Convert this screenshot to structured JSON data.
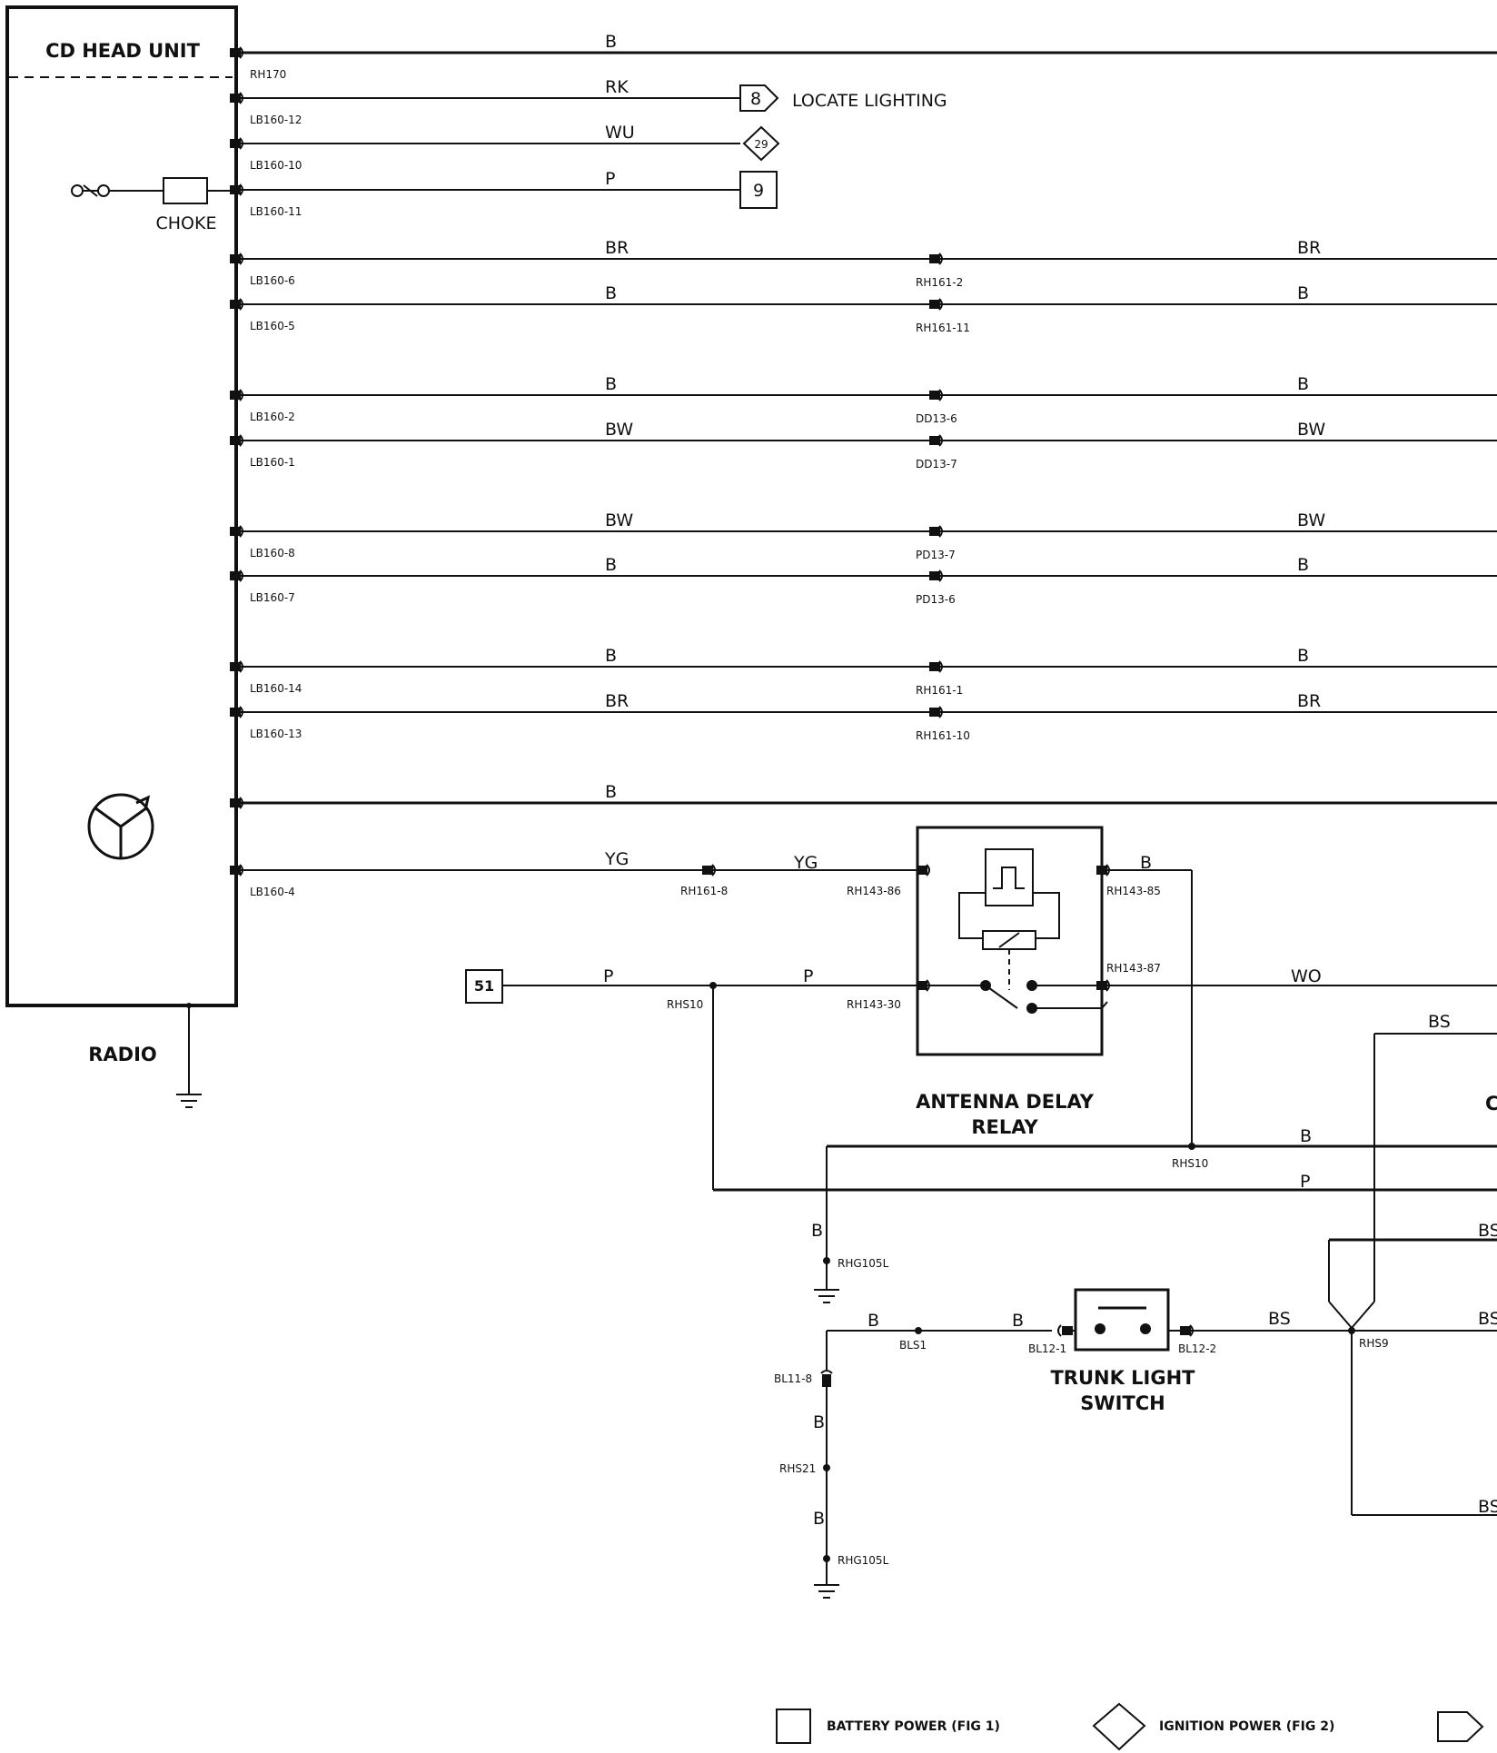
{
  "head_unit": {
    "title": "CD HEAD UNIT",
    "choke_label": "CHOKE",
    "radio_label": "RADIO"
  },
  "rows": [
    {
      "color_left": "B",
      "pin": "RH170",
      "color_right": "",
      "inline_conn": "",
      "target": "",
      "target_type": "none"
    },
    {
      "color_left": "RK",
      "pin": "LB160-12",
      "color_right": "",
      "inline_conn": "",
      "target": "8",
      "target_type": "arrow"
    },
    {
      "color_left": "WU",
      "pin": "LB160-10",
      "color_right": "",
      "inline_conn": "",
      "target": "29",
      "target_type": "diamond"
    },
    {
      "color_left": "P",
      "pin": "LB160-11",
      "color_right": "",
      "inline_conn": "",
      "target": "9",
      "target_type": "square"
    },
    {
      "color_left": "BR",
      "pin": "LB160-6",
      "color_right": "BR",
      "inline_conn": "RH161-2",
      "target": "",
      "target_type": "none"
    },
    {
      "color_left": "B",
      "pin": "LB160-5",
      "color_right": "B",
      "inline_conn": "RH161-11",
      "target": "",
      "target_type": "none"
    },
    {
      "color_left": "B",
      "pin": "LB160-2",
      "color_right": "B",
      "inline_conn": "DD13-6",
      "target": "",
      "target_type": "none"
    },
    {
      "color_left": "BW",
      "pin": "LB160-1",
      "color_right": "BW",
      "inline_conn": "DD13-7",
      "target": "",
      "target_type": "none"
    },
    {
      "color_left": "BW",
      "pin": "LB160-8",
      "color_right": "BW",
      "inline_conn": "PD13-7",
      "target": "",
      "target_type": "none"
    },
    {
      "color_left": "B",
      "pin": "LB160-7",
      "color_right": "B",
      "inline_conn": "PD13-6",
      "target": "",
      "target_type": "none"
    },
    {
      "color_left": "B",
      "pin": "LB160-14",
      "color_right": "B",
      "inline_conn": "RH161-1",
      "target": "",
      "target_type": "none"
    },
    {
      "color_left": "BR",
      "pin": "LB160-13",
      "color_right": "BR",
      "inline_conn": "RH161-10",
      "target": "",
      "target_type": "none"
    },
    {
      "color_left": "B",
      "pin": "",
      "color_right": "",
      "inline_conn": "",
      "target": "",
      "target_type": "none"
    },
    {
      "color_left": "YG",
      "pin": "LB160-4",
      "color_right": "",
      "inline_conn": "",
      "target": "",
      "target_type": "none"
    }
  ],
  "locate_lighting": "LOCATE LIGHTING",
  "relay": {
    "title_line1": "ANTENNA DELAY",
    "title_line2": "RELAY",
    "yg_inline_conn": "RH161-8",
    "yg_label": "YG",
    "pin_85": "RH143-85",
    "pin_86": "RH143-86",
    "pin_87": "RH143-87",
    "pin_30": "RH143-30",
    "out_b_label": "B",
    "out_wo_label": "WO",
    "feed_box": "51",
    "feed_p_left": "P",
    "feed_p_right": "P",
    "splice_feed": "RHS10"
  },
  "lower_wires": {
    "bs_top_label": "BS",
    "b_bus_label": "B",
    "p_bus_label": "P",
    "splice_b_bus": "RHS10",
    "ground_wire_label": "B",
    "ground_top": "RHG105L",
    "partial_bs_a": "BS",
    "partial_bs_b": "BS",
    "partial_bs_c": "BS",
    "partial_letter": "C"
  },
  "trunk_switch": {
    "title_line1": "TRUNK LIGHT",
    "title_line2": "SWITCH",
    "wire_b1": "B",
    "wire_b2": "B",
    "wire_bs": "BS",
    "splice_bls1": "BLS1",
    "conn_in": "BL12-1",
    "conn_out": "BL12-2",
    "splice_rhs9": "RHS9",
    "conn_bl11": "BL11-8",
    "wire_down1": "B",
    "splice_rhs21": "RHS21",
    "wire_down2": "B",
    "ground_bottom": "RHG105L"
  },
  "legend": {
    "battery": "BATTERY POWER (FIG 1)",
    "ignition": "IGNITION POWER (FIG 2)"
  }
}
